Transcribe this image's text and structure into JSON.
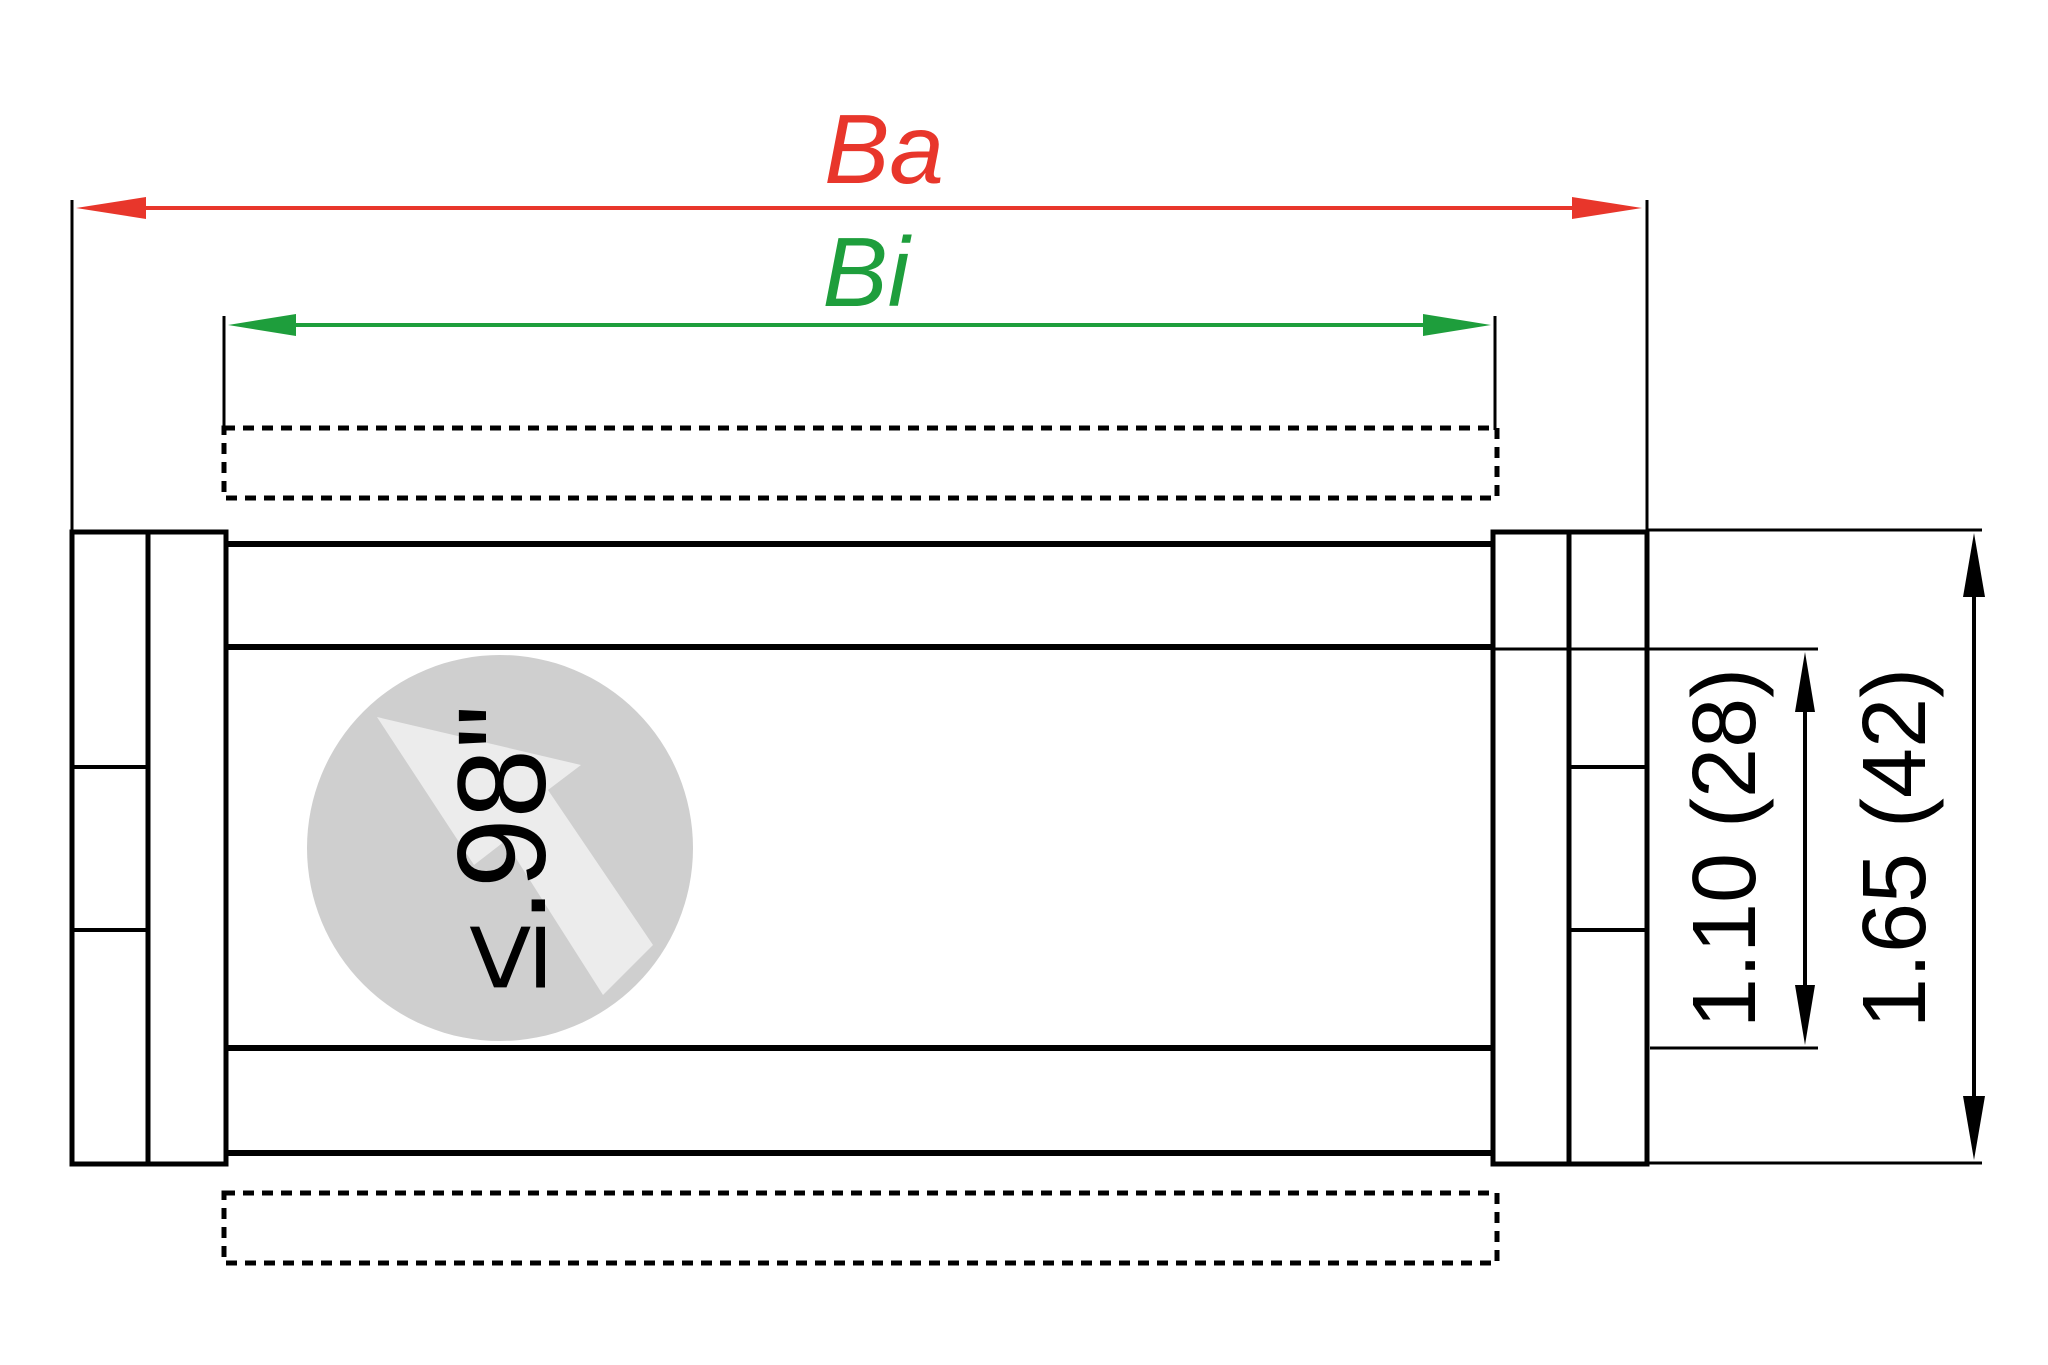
{
  "labels": {
    "outer_width": "Ba",
    "inner_width": "Bi"
  },
  "dimensions": {
    "inner_height": "1.10 (28)",
    "outer_height": "1.65 (42)"
  },
  "badge": {
    "text": "≤.98\""
  },
  "colors": {
    "outer_width_dim": "#e8362b",
    "inner_width_dim": "#1e9e3c",
    "badge_fill": "#cfcfcf",
    "badge_arrow": "#ececec",
    "lines": "#000000"
  }
}
